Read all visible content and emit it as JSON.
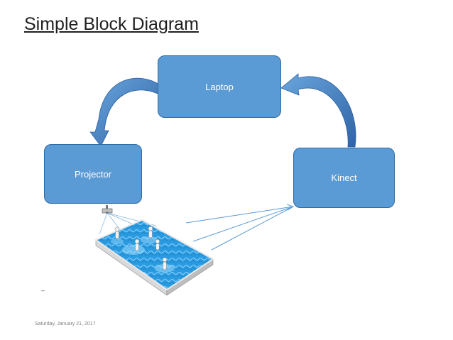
{
  "slide": {
    "title": "Simple Block Diagram",
    "footer_date": "Saturday, January 21, 2017",
    "footer_mark": "–"
  },
  "diagram": {
    "nodes": [
      {
        "id": "laptop",
        "label": "Laptop"
      },
      {
        "id": "projector",
        "label": "Projector"
      },
      {
        "id": "kinect",
        "label": "Kinect"
      }
    ],
    "edges": [
      {
        "from": "laptop",
        "to": "projector",
        "style": "curved-block-arrow"
      },
      {
        "from": "kinect",
        "to": "laptop",
        "style": "curved-block-arrow"
      },
      {
        "from": "floor-scene",
        "to": "kinect",
        "style": "thin-lines"
      }
    ]
  },
  "colors": {
    "box_fill": "#5b9bd5",
    "box_border": "#2e6aa1",
    "arrow_fill": "#4f86c6",
    "line": "#5b9bd5",
    "floor": "#2d9fe0"
  },
  "icons": [
    "curved-arrow-icon",
    "projector-device-icon",
    "people-on-floor-illustration"
  ]
}
